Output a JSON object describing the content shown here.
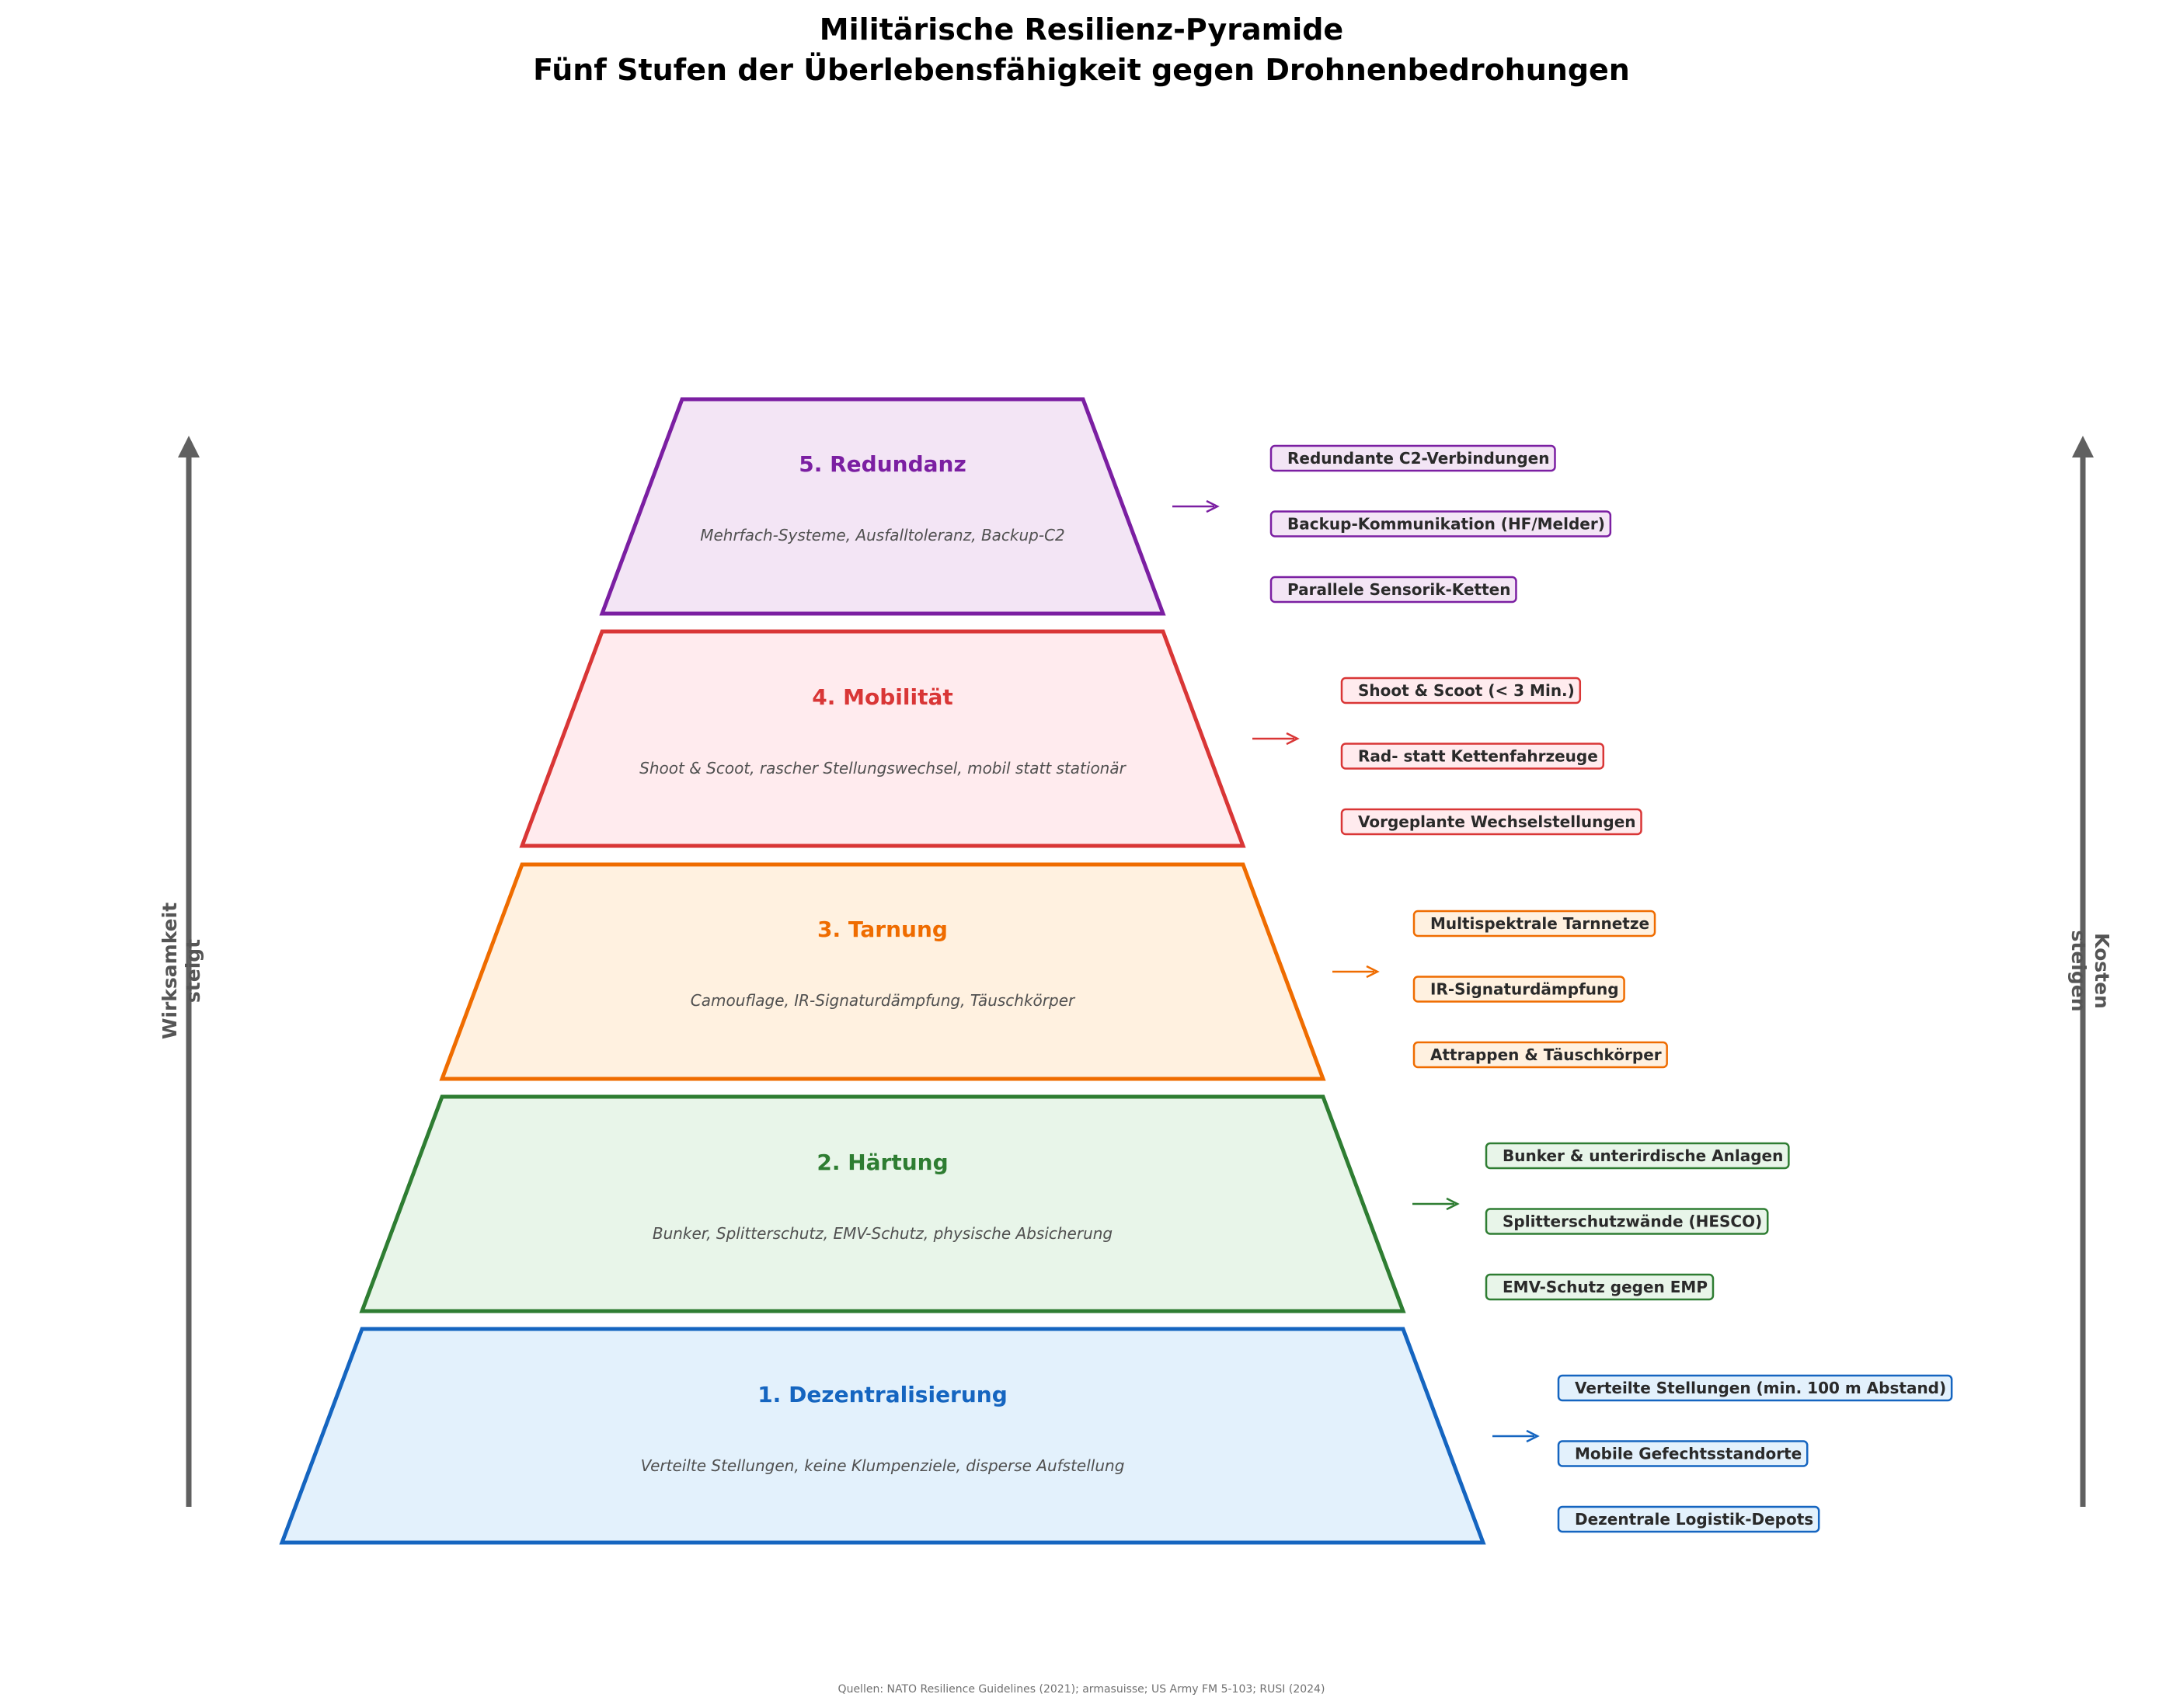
{
  "title": {
    "line1": "Militärische Resilienz-Pyramide",
    "line2": "Fünf Stufen der Überlebensfähigkeit gegen Drohnenbedrohungen"
  },
  "axes": {
    "left_label_line1": "Wirksamkeit",
    "left_label_line2": "steigt",
    "right_label_line1": "Kosten",
    "right_label_line2": "steigen",
    "axis_color": "#606060"
  },
  "levels": [
    {
      "name": "1. Dezentralisierung",
      "description": "Verteilte Stellungen, keine Klumpenziele, disperse Aufstellung",
      "color": "#1565c0",
      "fill": "#e3f1fc",
      "items": [
        "Verteilte Stellungen (min. 100 m Abstand)",
        "Mobile Gefechtsstandorte",
        "Dezentrale Logistik-Depots"
      ]
    },
    {
      "name": "2. Härtung",
      "description": "Bunker, Splitterschutz, EMV-Schutz, physische Absicherung",
      "color": "#2e7d32",
      "fill": "#e8f5e9",
      "items": [
        "Bunker & unterirdische Anlagen",
        "Splitterschutzwände (HESCO)",
        "EMV-Schutz gegen EMP"
      ]
    },
    {
      "name": "3. Tarnung",
      "description": "Camouflage, IR-Signaturdämpfung, Täuschkörper",
      "color": "#ef6c00",
      "fill": "#fff1e0",
      "items": [
        "Multispektrale Tarnnetze",
        "IR-Signaturdämpfung",
        "Attrappen & Täuschkörper"
      ]
    },
    {
      "name": "4. Mobilität",
      "description": "Shoot & Scoot, rascher Stellungswechsel, mobil statt stationär",
      "color": "#d93636",
      "fill": "#ffebee",
      "items": [
        "Shoot & Scoot (< 3 Min.)",
        "Rad- statt Kettenfahrzeuge",
        "Vorgeplante Wechselstellungen"
      ]
    },
    {
      "name": "5. Redundanz",
      "description": "Mehrfach-Systeme, Ausfalltoleranz, Backup-C2",
      "color": "#7b1fa2",
      "fill": "#f3e5f5",
      "items": [
        "Redundante C2-Verbindungen",
        "Backup-Kommunikation (HF/Melder)",
        "Parallele Sensorik-Ketten"
      ]
    }
  ],
  "source": "Quellen: NATO Resilience Guidelines (2021); armasuisse; US Army FM 5-103; RUSI (2024)"
}
